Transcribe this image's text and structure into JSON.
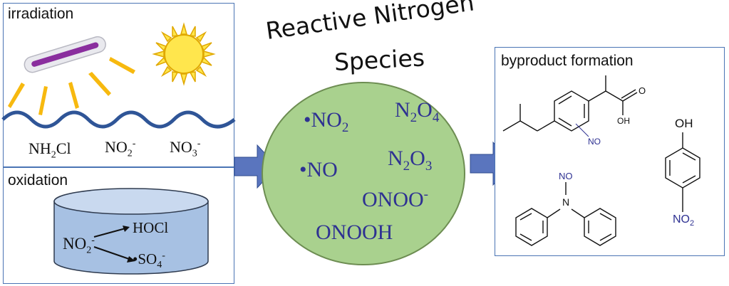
{
  "title": {
    "line1": "Reactive Nitrogen",
    "line2": "Species"
  },
  "irradiation": {
    "label": "irradiation",
    "ions": {
      "nh2cl_a": "NH",
      "nh2cl_sub": "2",
      "nh2cl_b": "Cl",
      "no2_a": "NO",
      "no2_sub": "2",
      "no2_sup": "-",
      "no3_a": "NO",
      "no3_sub": "3",
      "no3_sup": "-"
    }
  },
  "oxidation": {
    "label": "oxidation",
    "reactant_a": "NO",
    "reactant_sub": "2",
    "reactant_sup": "-",
    "product1": "HOCl",
    "product2_dot": "•",
    "product2_a": "SO",
    "product2_sub": "4",
    "product2_sup": "-"
  },
  "species": {
    "no2_a": "•NO",
    "no2_sub": "2",
    "n2o4_a": "N",
    "n2o4_sub1": "2",
    "n2o4_b": "O",
    "n2o4_sub2": "4",
    "no": "•NO",
    "n2o3_a": "N",
    "n2o3_sub1": "2",
    "n2o3_b": "O",
    "n2o3_sub2": "3",
    "onoo_a": "ONOO",
    "onoo_sup": "-",
    "onooh": "ONOOH"
  },
  "byproducts": {
    "label": "byproduct formation",
    "ibu_no": "NO",
    "ibu_oh": "OH",
    "ibu_o": "O",
    "nitroso_no": "NO",
    "nitroso_n": "N",
    "phenol_oh": "OH",
    "phenol_no2_a": "NO",
    "phenol_no2_sub": "2"
  },
  "colors": {
    "panel_border": "#4a74b4",
    "arrow_fill": "#5a75be",
    "circle_fill": "#a9d18e",
    "circle_stroke": "#6d8d52",
    "species_text": "#2e3192",
    "wave": "#2f5597",
    "sun_fill": "#ffe64d",
    "sun_stroke": "#e0a800",
    "ray": "#f7b90f",
    "tank_fill": "#a7c1e3",
    "tank_top": "#c9d9ef"
  }
}
